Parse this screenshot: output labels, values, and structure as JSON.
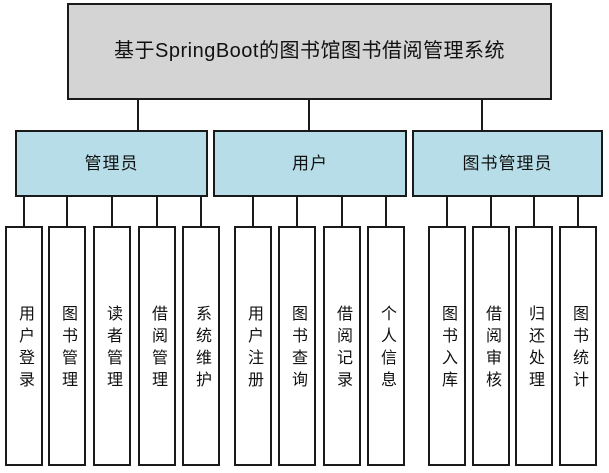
{
  "diagram": {
    "title": "基于SpringBoot的图书馆图书借阅管理系统",
    "colors": {
      "root_fill": "#d4d4d4",
      "branch_fill": "#b7dee8",
      "leaf_fill": "#ffffff",
      "line": "#1a1a1a"
    },
    "branches": [
      {
        "label": "管理员",
        "children": [
          "用户登录",
          "图书管理",
          "读者管理",
          "借阅管理",
          "系统维护"
        ]
      },
      {
        "label": "用户",
        "children": [
          "用户注册",
          "图书查询",
          "借阅记录",
          "个人信息"
        ]
      },
      {
        "label": "图书管理员",
        "children": [
          "图书入库",
          "借阅审核",
          "归还处理",
          "图书统计"
        ]
      }
    ]
  }
}
